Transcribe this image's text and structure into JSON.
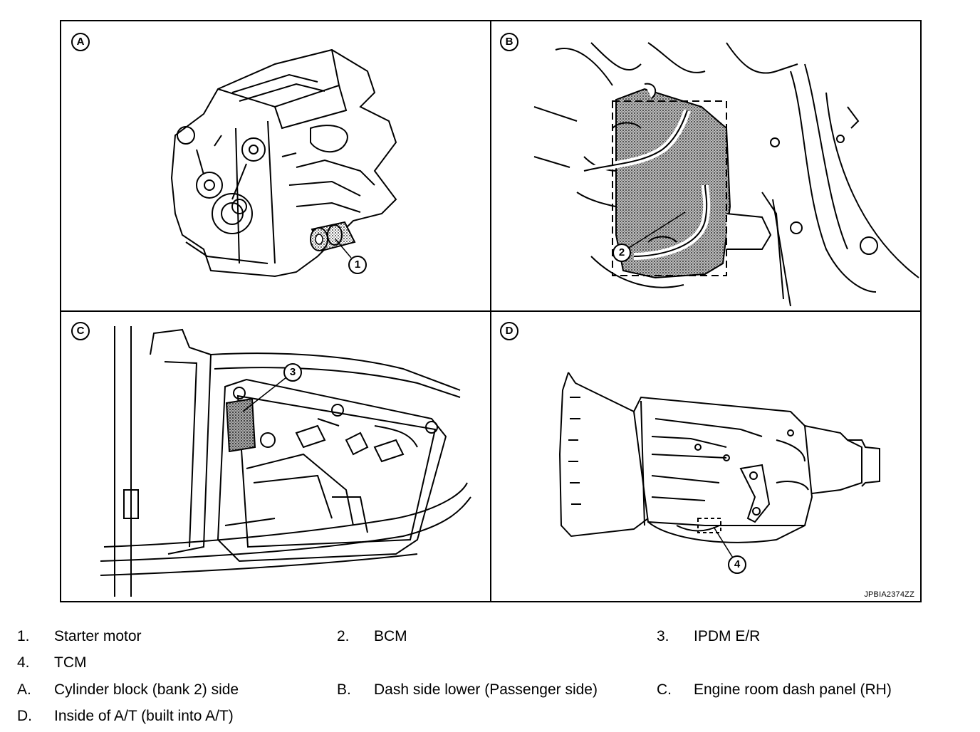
{
  "figure": {
    "code": "JPBIA2374ZZ",
    "panels": [
      {
        "letter": "A",
        "callout": "1"
      },
      {
        "letter": "B",
        "callout": "2"
      },
      {
        "letter": "C",
        "callout": "3"
      },
      {
        "letter": "D",
        "callout": "4"
      }
    ]
  },
  "legend": [
    {
      "num": "1.",
      "text": "Starter motor"
    },
    {
      "num": "2.",
      "text": "BCM"
    },
    {
      "num": "3.",
      "text": "IPDM E/R"
    },
    {
      "num": "4.",
      "text": "TCM"
    },
    {
      "num": "A.",
      "text": "Cylinder block (bank 2) side"
    },
    {
      "num": "B.",
      "text": "Dash side lower (Passenger side)"
    },
    {
      "num": "C.",
      "text": "Engine room dash panel (RH)"
    },
    {
      "num": "D.",
      "text": "Inside of A/T (built into A/T)"
    }
  ]
}
